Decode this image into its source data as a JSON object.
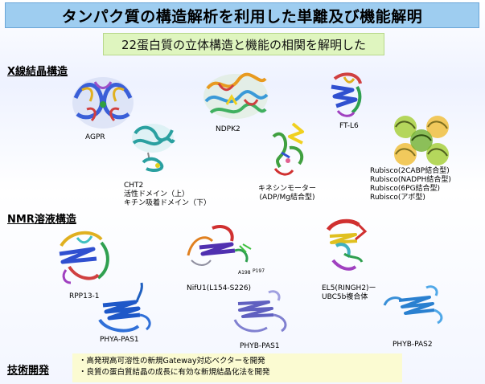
{
  "header": {
    "title": "タンパク質の構造解析を利用した単離及び機能解明",
    "subtitle": "22蛋白質の立体構造と機能の相関を解明した"
  },
  "sections": {
    "xray": "X線結晶構造",
    "nmr": "NMR溶液構造",
    "tech": "技術開発"
  },
  "xray_labels": {
    "agpr": "AGPR",
    "ndpk2": "NDPK2",
    "ftl6": "FT-L6",
    "cht2": [
      "CHT2",
      "活性ドメイン（上）",
      "キチン吸着ドメイン（下）"
    ],
    "kinesin": [
      "キネシンモーター",
      "(ADP/Mg結合型)"
    ],
    "rubisco": [
      "Rubisco(2CABP結合型)",
      "Rubisco(NADPH結合型)",
      "Rubisco(6PG結合型)",
      "Rubisco(アポ型)"
    ]
  },
  "nmr_labels": {
    "rpp13": "RPP13-1",
    "nifu1": "NifU1(L154-S226)",
    "el5": [
      "EL5(RINGH2)ー",
      "UBC5b複合体"
    ],
    "phya": "PHYA-PAS1",
    "phyb1": "PHYB-PAS1",
    "phyb2": "PHYB-PAS2",
    "res_a": "A198",
    "res_p": "P197"
  },
  "tech_items": [
    "・高発現高可溶性の新規Gateway対応ベクターを開発",
    "・良質の蛋白質結晶の成長に有効な新規結晶化法を開発"
  ],
  "colors": {
    "title_bg": "#9ecdf0",
    "subtitle_bg": "#dff5bf",
    "tech_bg": "#fbfbd2"
  }
}
